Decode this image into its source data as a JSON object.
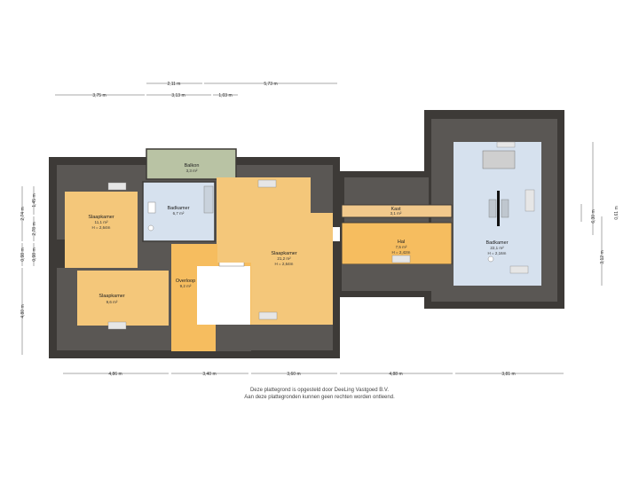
{
  "rooms": {
    "balkon": {
      "name": "Balkon",
      "area": "3,3 m²"
    },
    "badkamer1": {
      "name": "Badkamer",
      "area": "6,7 m²"
    },
    "slaapkamer1": {
      "name": "Slaapkamer",
      "area": "11,1 m²",
      "height": "H = 2,64m"
    },
    "slaapkamer2": {
      "name": "Slaapkamer",
      "area": "9,6 m²"
    },
    "overloop": {
      "name": "Overloop",
      "area": "9,2 m²"
    },
    "slaapkamer3": {
      "name": "Slaapkamer",
      "area": "21,2 m²",
      "height": "H = 2,64m"
    },
    "kast": {
      "name": "Kast",
      "area": "3,1 m²"
    },
    "hal": {
      "name": "Hal",
      "area": "7,5 m²",
      "height": "H = 2,42m"
    },
    "badkamer2": {
      "name": "Badkamer",
      "area": "22,1 m²",
      "height": "H = 2,16m"
    }
  },
  "dimensions": {
    "top_row1": [
      "2,11 m",
      "5,73 m"
    ],
    "top_row2": [
      "3,75 m",
      "3,13 m",
      "1,03 m"
    ],
    "bottom": [
      "4,86 m",
      "3,40 m",
      "3,60 m",
      "4,88 m",
      "3,81 m"
    ],
    "left_outer": [
      "2,74 m",
      "0,98 m",
      "4,80 m"
    ],
    "left_inner": [
      "1,45 m",
      "2,78 m",
      "0,98 m"
    ],
    "right_outer": [
      "6,30 m",
      "3,12 m"
    ],
    "right_inner": [
      "0,61 m"
    ]
  },
  "footer": {
    "line1": "Deze plattegrond is opgesteld door DeeLing Vastgoed B.V.",
    "line2": "Aan deze plattegronden kunnen geen rechten worden ontleend."
  },
  "colors": {
    "wall": "#3d3a37",
    "roof_slope": "#5a5754",
    "bedroom": "#f4c77a",
    "bathroom": "#d6e1ee",
    "balcony": "#b9c3a4",
    "hall": "#f6bd5f",
    "kast": "#f2c98c",
    "white": "#ffffff"
  }
}
